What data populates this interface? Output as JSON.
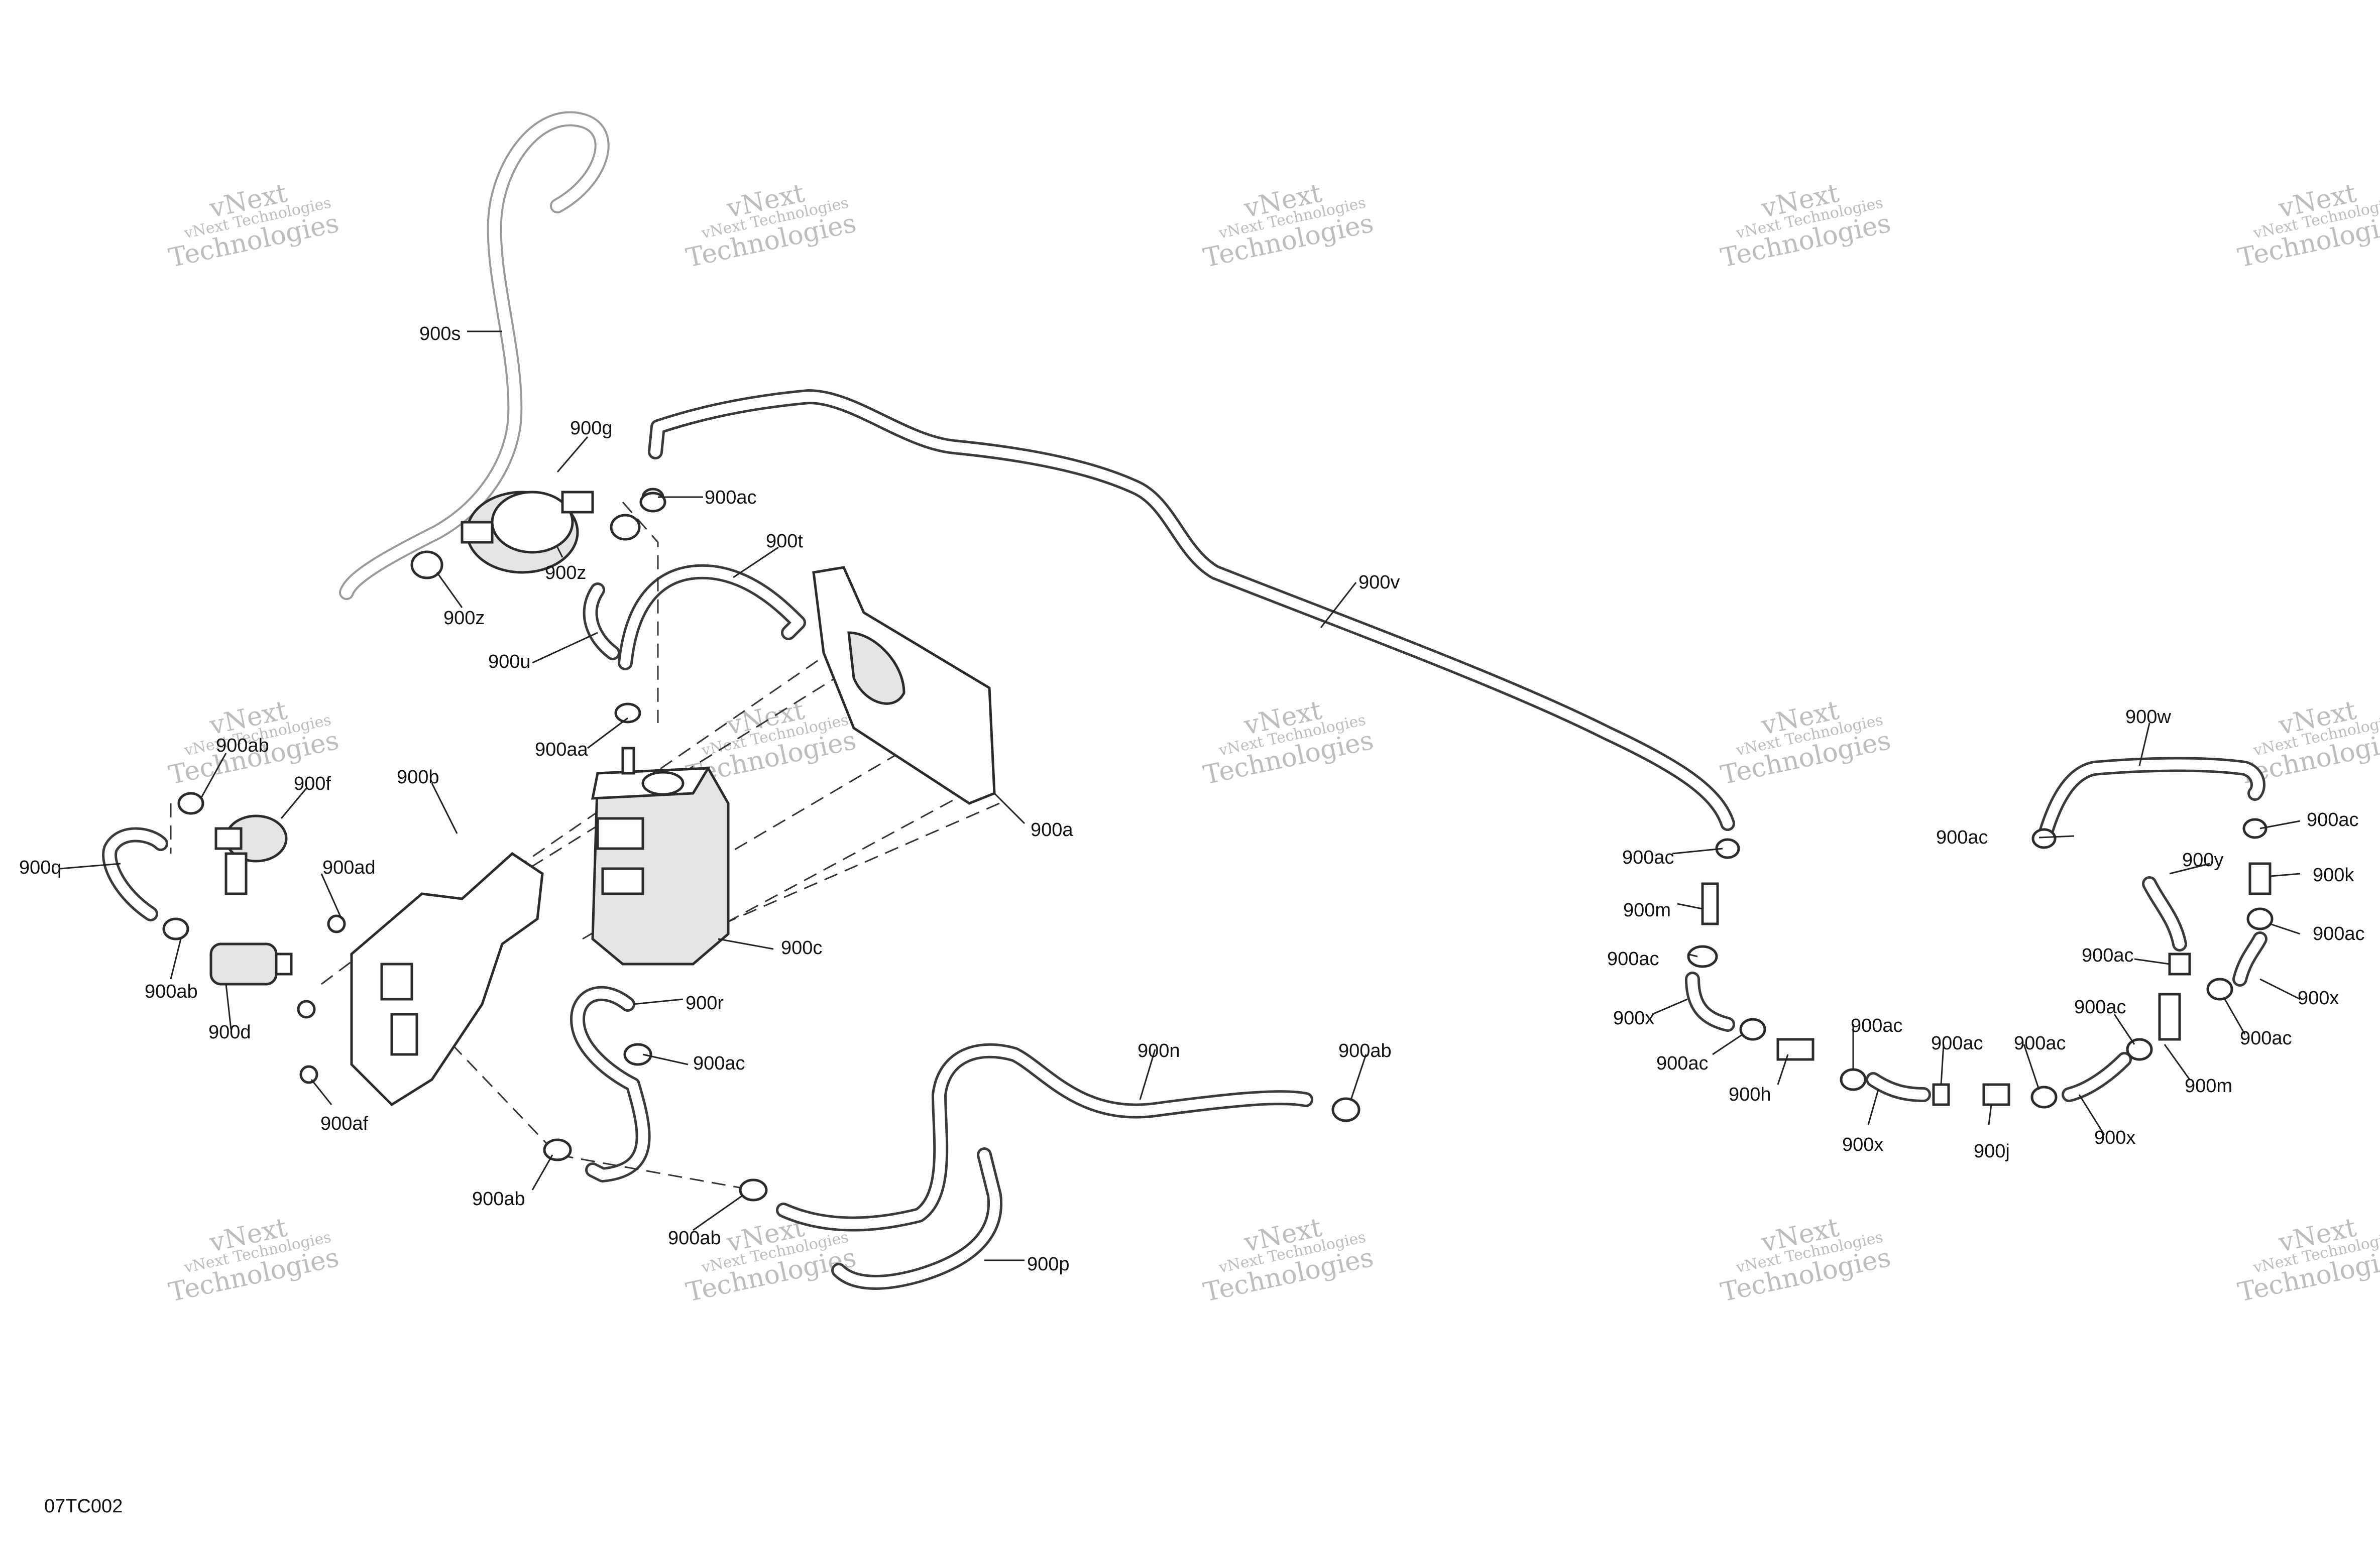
{
  "watermark": {
    "line1": "vNext Technologies",
    "line2": "vNext",
    "line3": "Technologies"
  },
  "diagram_code": "07TC002",
  "labels": {
    "s900s": "900s",
    "s900g": "900g",
    "s900ac_top": "900ac",
    "s900z_a": "900z",
    "s900z_b": "900z",
    "s900t": "900t",
    "s900u": "900u",
    "s900aa": "900aa",
    "s900v": "900v",
    "s900a": "900a",
    "s900c": "900c",
    "s900b": "900b",
    "s900ab_tl": "900ab",
    "s900f": "900f",
    "s900q": "900q",
    "s900ad": "900ad",
    "s900ab_l": "900ab",
    "s900d": "900d",
    "s900af": "900af",
    "s900r": "900r",
    "s900ac_mid": "900ac",
    "s900n": "900n",
    "s900ab_r": "900ab",
    "s900ab_bl": "900ab",
    "s900ab_b": "900ab",
    "s900p": "900p",
    "r900ac_1": "900ac",
    "r900m_1": "900m",
    "r900ac_2": "900ac",
    "r900x_1": "900x",
    "r900ac_3": "900ac",
    "r900h": "900h",
    "r900ac_4": "900ac",
    "r900x_2": "900x",
    "r900ac_5": "900ac",
    "r900j": "900j",
    "r900ac_6": "900ac",
    "r900x_3": "900x",
    "r900ac_7": "900ac",
    "r900ac_8": "900ac",
    "r900m_2": "900m",
    "r900y": "900y",
    "r900w": "900w",
    "r900ac_9": "900ac",
    "r900ac_10": "900ac",
    "r900k": "900k",
    "r900ac_11": "900ac",
    "r900x_4": "900x",
    "r900ac_12": "900ac"
  }
}
